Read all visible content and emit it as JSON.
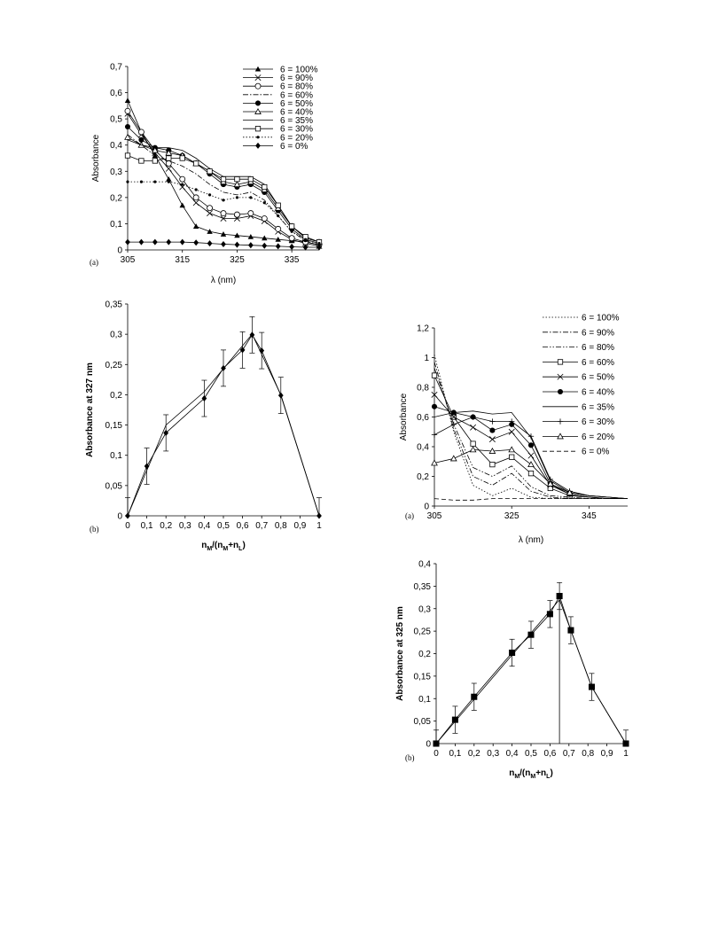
{
  "chart_data": [
    {
      "panel_label": "(a)",
      "type": "line",
      "xlabel": "λ (nm)",
      "ylabel": "Absorbance",
      "xlim": [
        305,
        340
      ],
      "ylim": [
        0,
        0.7
      ],
      "x_ticks": [
        "305",
        "315",
        "325",
        "335"
      ],
      "x_tick_values": [
        305,
        315,
        325,
        335
      ],
      "y_ticks": [
        "0",
        "0,1",
        "0,2",
        "0,3",
        "0,4",
        "0,5",
        "0,6",
        "0,7"
      ],
      "y_tick_values": [
        0,
        0.1,
        0.2,
        0.3,
        0.4,
        0.5,
        0.6,
        0.7
      ],
      "grid": false,
      "legend_position": "top-right",
      "series": [
        {
          "name": "6 = 100%",
          "marker": "triangle-filled",
          "dash": "solid",
          "x": [
            305,
            307.5,
            310,
            312.5,
            315,
            317.5,
            320,
            322.5,
            325,
            327.5,
            330,
            332.5,
            335,
            337.5,
            340
          ],
          "y": [
            0.57,
            0.45,
            0.36,
            0.27,
            0.17,
            0.09,
            0.07,
            0.06,
            0.055,
            0.05,
            0.045,
            0.04,
            0.035,
            0.03,
            0.02
          ]
        },
        {
          "name": "6 = 90%",
          "marker": "x",
          "dash": "solid",
          "x": [
            305,
            307.5,
            310,
            312.5,
            315,
            317.5,
            320,
            322.5,
            325,
            327.5,
            330,
            332.5,
            335,
            337.5,
            340
          ],
          "y": [
            0.52,
            0.44,
            0.37,
            0.31,
            0.24,
            0.18,
            0.14,
            0.12,
            0.12,
            0.13,
            0.11,
            0.07,
            0.04,
            0.025,
            0.015
          ]
        },
        {
          "name": "6 = 80%",
          "marker": "circle-open",
          "dash": "solid",
          "x": [
            305,
            307.5,
            310,
            312.5,
            315,
            317.5,
            320,
            322.5,
            325,
            327.5,
            330,
            332.5,
            335,
            337.5,
            340
          ],
          "y": [
            0.53,
            0.45,
            0.38,
            0.33,
            0.27,
            0.2,
            0.16,
            0.14,
            0.135,
            0.14,
            0.12,
            0.08,
            0.045,
            0.03,
            0.02
          ]
        },
        {
          "name": "6 = 60%",
          "marker": "none",
          "dash": "dashdot",
          "x": [
            305,
            307.5,
            310,
            312.5,
            315,
            317.5,
            320,
            322.5,
            325,
            327.5,
            330,
            332.5,
            335,
            337.5,
            340
          ],
          "y": [
            0.44,
            0.4,
            0.36,
            0.34,
            0.32,
            0.29,
            0.25,
            0.22,
            0.21,
            0.22,
            0.19,
            0.13,
            0.07,
            0.035,
            0.02
          ]
        },
        {
          "name": "6 = 50%",
          "marker": "circle-filled",
          "dash": "solid",
          "x": [
            305,
            307.5,
            310,
            312.5,
            315,
            317.5,
            320,
            322.5,
            325,
            327.5,
            330,
            332.5,
            335,
            337.5,
            340
          ],
          "y": [
            0.47,
            0.42,
            0.39,
            0.38,
            0.36,
            0.33,
            0.29,
            0.25,
            0.24,
            0.25,
            0.22,
            0.15,
            0.08,
            0.04,
            0.025
          ]
        },
        {
          "name": "6 = 40%",
          "marker": "triangle-open",
          "dash": "solid",
          "x": [
            305,
            307.5,
            310,
            312.5,
            315,
            317.5,
            320,
            322.5,
            325,
            327.5,
            330,
            332.5,
            335,
            337.5,
            340
          ],
          "y": [
            0.43,
            0.4,
            0.38,
            0.37,
            0.36,
            0.33,
            0.3,
            0.26,
            0.25,
            0.26,
            0.23,
            0.16,
            0.09,
            0.045,
            0.03
          ]
        },
        {
          "name": "6 = 35%",
          "marker": "none",
          "dash": "solid",
          "x": [
            305,
            307.5,
            310,
            312.5,
            315,
            317.5,
            320,
            322.5,
            325,
            327.5,
            330,
            332.5,
            335,
            337.5,
            340
          ],
          "y": [
            0.42,
            0.4,
            0.39,
            0.39,
            0.38,
            0.35,
            0.31,
            0.28,
            0.28,
            0.28,
            0.25,
            0.17,
            0.09,
            0.05,
            0.03
          ]
        },
        {
          "name": "6 = 30%",
          "marker": "square-open",
          "dash": "solid",
          "x": [
            305,
            307.5,
            310,
            312.5,
            315,
            317.5,
            320,
            322.5,
            325,
            327.5,
            330,
            332.5,
            335,
            337.5,
            340
          ],
          "y": [
            0.36,
            0.34,
            0.34,
            0.35,
            0.35,
            0.33,
            0.3,
            0.27,
            0.27,
            0.27,
            0.24,
            0.17,
            0.09,
            0.05,
            0.03
          ]
        },
        {
          "name": "6 = 20%",
          "marker": "plus-dot",
          "dash": "dotted",
          "x": [
            305,
            307.5,
            310,
            312.5,
            315,
            317.5,
            320,
            322.5,
            325,
            327.5,
            330,
            332.5,
            335,
            337.5,
            340
          ],
          "y": [
            0.26,
            0.26,
            0.26,
            0.26,
            0.25,
            0.23,
            0.21,
            0.19,
            0.2,
            0.2,
            0.18,
            0.13,
            0.07,
            0.04,
            0.025
          ]
        },
        {
          "name": "6 = 0%",
          "marker": "diamond-filled",
          "dash": "solid",
          "x": [
            305,
            307.5,
            310,
            312.5,
            315,
            317.5,
            320,
            322.5,
            325,
            327.5,
            330,
            332.5,
            335,
            337.5,
            340
          ],
          "y": [
            0.03,
            0.03,
            0.03,
            0.03,
            0.03,
            0.028,
            0.025,
            0.022,
            0.02,
            0.018,
            0.016,
            0.014,
            0.012,
            0.01,
            0.01
          ]
        }
      ]
    },
    {
      "panel_label": "(b)",
      "type": "scatter",
      "xlabel_main": "n",
      "xlabel_sub1": "M",
      "xlabel_mid": "/(n",
      "xlabel_sub2": "M",
      "xlabel_mid2": "+n",
      "xlabel_sub3": "L",
      "xlabel_end": ")",
      "ylabel": "Absorbance at 327 nm",
      "xlim": [
        0,
        1
      ],
      "ylim": [
        0,
        0.35
      ],
      "x_ticks": [
        "0",
        "0,1",
        "0,2",
        "0,3",
        "0,4",
        "0,5",
        "0,6",
        "0,7",
        "0,8",
        "0,9",
        "1"
      ],
      "x_tick_values": [
        0,
        0.1,
        0.2,
        0.3,
        0.4,
        0.5,
        0.6,
        0.7,
        0.8,
        0.9,
        1
      ],
      "y_ticks": [
        "0",
        "0,05",
        "0,1",
        "0,15",
        "0,2",
        "0,25",
        "0,3",
        "0,35"
      ],
      "y_tick_values": [
        0,
        0.05,
        0.1,
        0.15,
        0.2,
        0.25,
        0.3,
        0.35
      ],
      "grid": false,
      "marker": "diamond-filled",
      "x": [
        0,
        0.1,
        0.2,
        0.4,
        0.5,
        0.6,
        0.65,
        0.7,
        0.8,
        1
      ],
      "y": [
        0,
        0.082,
        0.137,
        0.194,
        0.244,
        0.274,
        0.299,
        0.273,
        0.199,
        0
      ],
      "y_err": [
        0.03,
        0.03,
        0.03,
        0.03,
        0.03,
        0.03,
        0.03,
        0.03,
        0.03,
        0.03
      ],
      "fit_x": [
        0,
        0.2,
        0.4,
        0.65,
        0.8,
        1
      ],
      "fit_y": [
        0,
        0.15,
        0.205,
        0.3,
        0.2,
        0
      ]
    },
    {
      "panel_label": "(a)",
      "type": "line",
      "xlabel": "λ (nm)",
      "ylabel": "Absorbance",
      "xlim": [
        305,
        355
      ],
      "ylim": [
        0,
        1.2
      ],
      "x_ticks": [
        "305",
        "325",
        "345"
      ],
      "x_tick_values": [
        305,
        325,
        345
      ],
      "y_ticks": [
        "0",
        "0,2",
        "0,4",
        "0,6",
        "0,8",
        "1",
        "1,2"
      ],
      "y_tick_values": [
        0,
        0.2,
        0.4,
        0.6,
        0.8,
        1,
        1.2
      ],
      "grid": false,
      "legend_position": "top-right",
      "series": [
        {
          "name": "6 = 100%",
          "marker": "none",
          "dash": "dotted",
          "x": [
            305,
            310,
            315,
            320,
            325,
            330,
            335,
            340,
            345,
            350,
            355
          ],
          "y": [
            1.02,
            0.5,
            0.14,
            0.07,
            0.12,
            0.06,
            0.05,
            0.05,
            0.05,
            0.05,
            0.05
          ]
        },
        {
          "name": "6 = 90%",
          "marker": "none",
          "dash": "dashdot",
          "x": [
            305,
            310,
            315,
            320,
            325,
            330,
            335,
            340,
            345,
            350,
            355
          ],
          "y": [
            0.97,
            0.52,
            0.2,
            0.14,
            0.22,
            0.1,
            0.06,
            0.05,
            0.05,
            0.05,
            0.05
          ]
        },
        {
          "name": "6 = 80%",
          "marker": "none",
          "dash": "dashdotdot",
          "x": [
            305,
            310,
            315,
            320,
            325,
            330,
            335,
            340,
            345,
            350,
            355
          ],
          "y": [
            0.93,
            0.55,
            0.26,
            0.2,
            0.27,
            0.13,
            0.07,
            0.06,
            0.05,
            0.05,
            0.05
          ]
        },
        {
          "name": "6 = 60%",
          "marker": "square-open",
          "dash": "solid",
          "x": [
            305,
            310,
            315,
            320,
            325,
            330,
            335,
            340,
            345,
            350,
            355
          ],
          "y": [
            0.88,
            0.6,
            0.42,
            0.28,
            0.33,
            0.22,
            0.12,
            0.07,
            0.06,
            0.05,
            0.05
          ]
        },
        {
          "name": "6 = 50%",
          "marker": "x",
          "dash": "solid",
          "x": [
            305,
            310,
            315,
            320,
            325,
            330,
            335,
            340,
            345,
            350,
            355
          ],
          "y": [
            0.75,
            0.6,
            0.53,
            0.45,
            0.5,
            0.34,
            0.14,
            0.08,
            0.06,
            0.05,
            0.05
          ]
        },
        {
          "name": "6 = 40%",
          "marker": "circle-filled",
          "dash": "solid",
          "x": [
            305,
            310,
            315,
            320,
            325,
            330,
            335,
            340,
            345,
            350,
            355
          ],
          "y": [
            0.67,
            0.63,
            0.6,
            0.51,
            0.55,
            0.41,
            0.15,
            0.08,
            0.06,
            0.05,
            0.05
          ]
        },
        {
          "name": "6 = 35%",
          "marker": "none",
          "dash": "solid",
          "x": [
            305,
            310,
            315,
            320,
            325,
            330,
            335,
            340,
            345,
            350,
            355
          ],
          "y": [
            0.6,
            0.63,
            0.64,
            0.62,
            0.63,
            0.46,
            0.17,
            0.09,
            0.07,
            0.06,
            0.05
          ]
        },
        {
          "name": "6 = 30%",
          "marker": "plus",
          "dash": "solid",
          "x": [
            305,
            310,
            315,
            320,
            325,
            330,
            335,
            340,
            345,
            350,
            355
          ],
          "y": [
            0.48,
            0.55,
            0.6,
            0.57,
            0.57,
            0.47,
            0.18,
            0.1,
            0.07,
            0.06,
            0.05
          ]
        },
        {
          "name": "6 = 20%",
          "marker": "triangle-open",
          "dash": "solid",
          "x": [
            305,
            310,
            315,
            320,
            325,
            330,
            335,
            340,
            345,
            350,
            355
          ],
          "y": [
            0.29,
            0.32,
            0.38,
            0.37,
            0.38,
            0.28,
            0.15,
            0.09,
            0.07,
            0.06,
            0.05
          ]
        },
        {
          "name": "6 = 0%",
          "marker": "none",
          "dash": "dashed",
          "x": [
            305,
            310,
            315,
            320,
            325,
            330,
            335,
            340,
            345,
            350,
            355
          ],
          "y": [
            0.05,
            0.04,
            0.04,
            0.05,
            0.05,
            0.05,
            0.05,
            0.05,
            0.05,
            0.05,
            0.05
          ]
        }
      ]
    },
    {
      "panel_label": "(b)",
      "type": "scatter",
      "xlabel_main": "n",
      "xlabel_sub1": "M",
      "xlabel_mid": "/(n",
      "xlabel_sub2": "M",
      "xlabel_mid2": "+n",
      "xlabel_sub3": "L",
      "xlabel_end": ")",
      "ylabel": "Absorbance at 325 nm",
      "xlim": [
        0,
        1
      ],
      "ylim": [
        0,
        0.4
      ],
      "x_ticks": [
        "0",
        "0,1",
        "0,2",
        "0,3",
        "0,4",
        "0,5",
        "0,6",
        "0,7",
        "0,8",
        "0,9",
        "1"
      ],
      "x_tick_values": [
        0,
        0.1,
        0.2,
        0.3,
        0.4,
        0.5,
        0.6,
        0.7,
        0.8,
        0.9,
        1
      ],
      "y_ticks": [
        "0",
        "0,05",
        "0,1",
        "0,15",
        "0,2",
        "0,25",
        "0,3",
        "0,35",
        "0,4"
      ],
      "y_tick_values": [
        0,
        0.05,
        0.1,
        0.15,
        0.2,
        0.25,
        0.3,
        0.35,
        0.4
      ],
      "grid": false,
      "marker": "square-filled",
      "x": [
        0,
        0.1,
        0.2,
        0.4,
        0.5,
        0.6,
        0.65,
        0.71,
        0.82,
        1
      ],
      "y": [
        0,
        0.053,
        0.104,
        0.202,
        0.242,
        0.288,
        0.328,
        0.252,
        0.126,
        0
      ],
      "y_err": [
        0.03,
        0.03,
        0.03,
        0.03,
        0.03,
        0.03,
        0.03,
        0.03,
        0.03,
        0.03
      ],
      "fit_x": [
        0,
        0.65,
        0.71,
        0.82,
        1
      ],
      "fit_y": [
        0,
        0.32,
        0.252,
        0.126,
        0
      ],
      "vline_x": 0.65
    }
  ]
}
